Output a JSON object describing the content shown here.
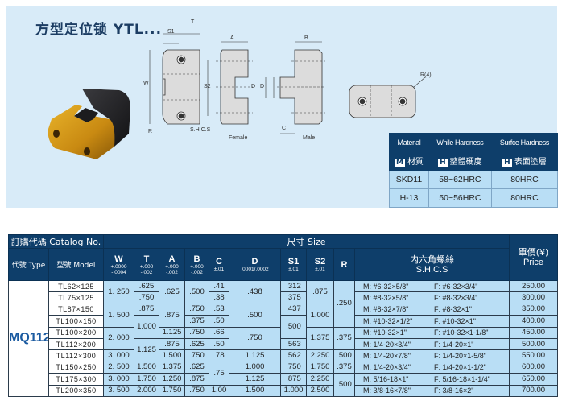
{
  "title": "方型定位锁 YTL...",
  "drawing_labels": {
    "T": "T",
    "S1": "S1",
    "W": "W",
    "S2": "S2",
    "R": "R",
    "SHCS": "S.H.C.S",
    "A": "A",
    "D": "D",
    "D2": "D",
    "B": "B",
    "C": "C",
    "female": "Female",
    "male": "Male",
    "R4": "R(4)"
  },
  "material_table": {
    "headers_en": [
      "Material",
      "While Hardness",
      "Surfce Hardness"
    ],
    "headers_cn": [
      {
        "badge": "M",
        "label": "材質"
      },
      {
        "badge": "H",
        "label": "整體硬度"
      },
      {
        "badge": "H",
        "label": "表面塗層"
      }
    ],
    "rows": [
      [
        "SKD11",
        "58~62HRC",
        "80HRC"
      ],
      [
        "H-13",
        "50~56HRC",
        "80HRC"
      ]
    ]
  },
  "spec_table": {
    "catalog_header": "訂購代碼 Catalog No.",
    "size_header": "尺寸 Size",
    "type_header": "代號 Type",
    "model_header": "型號 Model",
    "columns": [
      {
        "name": "W",
        "tol": "+.0000 / -.0004"
      },
      {
        "name": "T",
        "tol": "+.000 / -.002"
      },
      {
        "name": "A",
        "tol": "+.000 / -.002"
      },
      {
        "name": "B",
        "tol": "+.000 / -.002"
      },
      {
        "name": "C",
        "tol": "±.01"
      },
      {
        "name": "D",
        "tol": ".0001/.0002"
      },
      {
        "name": "S1",
        "tol": "±.01"
      },
      {
        "name": "S2",
        "tol": "±.01"
      },
      {
        "name": "R",
        "tol": ""
      }
    ],
    "shcs_header_cn": "内六角螺絲",
    "shcs_header_en": "S.H.C.S",
    "price_header_cn": "單價(¥)",
    "price_header_en": "Price",
    "type_value": "MQ112",
    "rows": [
      {
        "model": "TL62×125",
        "W": "1. 250",
        "T": ".625",
        "A": ".625",
        "B": ".500",
        "C": ".41",
        "D": ".438",
        "S1": ".312",
        "S2": ".875",
        "R": ".250",
        "M": "M: #6-32×5/8\"",
        "F": "F: #6-32×3/4\"",
        "price": "250.00"
      },
      {
        "model": "TL75×125",
        "W": "1. 250",
        "T": ".750",
        "A": ".625",
        "B": ".500",
        "C": ".38",
        "D": ".438",
        "S1": ".375",
        "S2": ".875",
        "R": ".250",
        "M": "M: #8-32×5/8\"",
        "F": "F: #8-32×3/4\"",
        "price": "300.00"
      },
      {
        "model": "TL87×150",
        "W": "1. 500",
        "T": ".875",
        "A": ".875",
        "B": ".750",
        "C": ".53",
        "D": ".500",
        "S1": ".437",
        "S2": "1.000",
        "R": ".250",
        "M": "M: #8-32×7/8\"",
        "F": "F: #8-32×1\"",
        "price": "350.00"
      },
      {
        "model": "TL100×150",
        "W": "1. 500",
        "T": "1.000",
        "A": ".875",
        "B": ".375",
        "C": ".50",
        "D": ".500",
        "S1": ".500",
        "S2": "1.000",
        "R": ".250",
        "M": "M: #10-32×1/2\"",
        "F": "F: #10-32×1\"",
        "price": "400.00"
      },
      {
        "model": "TL100×200",
        "W": "2. 000",
        "T": "1.000",
        "A": "1.125",
        "B": ".750",
        "C": ".66",
        "D": ".750",
        "S1": ".500",
        "S2": "1.375",
        "R": ".375",
        "M": "M: #10-32×1\"",
        "F": "F: #10-32×1-1/8\"",
        "price": "450.00"
      },
      {
        "model": "TL112×200",
        "W": "2. 000",
        "T": "1.125",
        "A": ".875",
        "B": ".625",
        "C": ".50",
        "D": ".750",
        "S1": ".563",
        "S2": "1.375",
        "R": ".375",
        "M": "M: 1/4-20×3/4\"",
        "F": "F: 1/4-20×1\"",
        "price": "500.00"
      },
      {
        "model": "TL112×300",
        "W": "3. 000",
        "T": "1.125",
        "A": "1.500",
        "B": ".750",
        "C": ".78",
        "D": "1.125",
        "S1": ".562",
        "S2": "2.250",
        "R": ".500",
        "M": "M: 1/4-20×7/8\"",
        "F": "F: 1/4-20×1-5/8\"",
        "price": "550.00"
      },
      {
        "model": "TL150×250",
        "W": "2. 500",
        "T": "1.500",
        "A": "1.375",
        "B": ".625",
        "C": ".75",
        "D": "1.000",
        "S1": ".750",
        "S2": "1.750",
        "R": ".375",
        "M": "M: 1/4-20×3/4\"",
        "F": "F: 1/4-20×1-1/2\"",
        "price": "600.00"
      },
      {
        "model": "TL175×300",
        "W": "3. 000",
        "T": "1.750",
        "A": "1.250",
        "B": ".875",
        "C": ".75",
        "D": "1.125",
        "S1": ".875",
        "S2": "2.250",
        "R": ".500",
        "M": "M: 5/16-18×1\"",
        "F": "F: 5/16-18×1-1/4\"",
        "price": "650.00"
      },
      {
        "model": "TL200×350",
        "W": "3. 500",
        "T": "2.000",
        "A": "1.750",
        "B": ".750",
        "C": "1.00",
        "D": "1.500",
        "S1": "1.000",
        "S2": "2.500",
        "R": ".500",
        "M": "M: 3/8-16×7/8\"",
        "F": "F: 3/8-16×2\"",
        "price": "700.00"
      }
    ]
  }
}
